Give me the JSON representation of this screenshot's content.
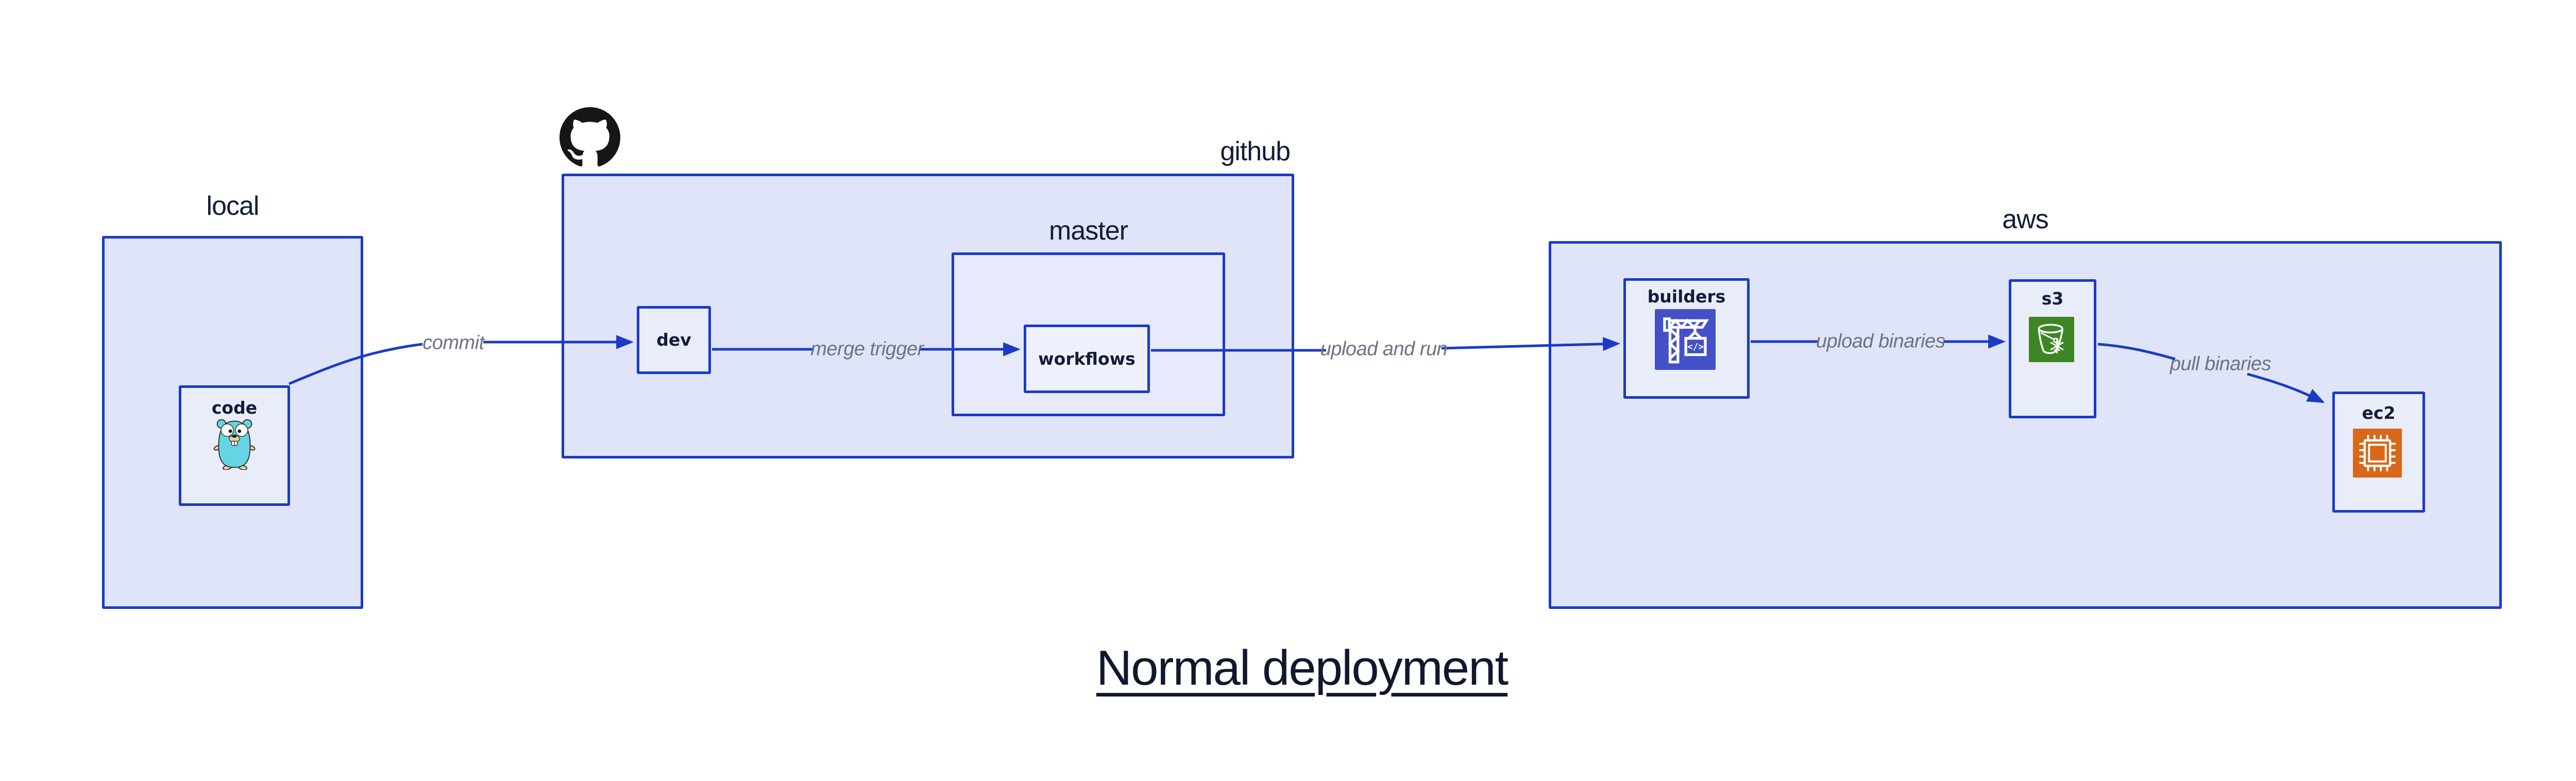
{
  "title": {
    "text": "Normal deployment"
  },
  "groups": {
    "local": {
      "label": "local"
    },
    "github": {
      "label": "github"
    },
    "master": {
      "label": "master"
    },
    "aws": {
      "label": "aws"
    }
  },
  "nodes": {
    "code": {
      "label": "code",
      "icon": "go-gopher-icon"
    },
    "dev": {
      "label": "dev"
    },
    "workflows": {
      "label": "workflows"
    },
    "builders": {
      "label": "builders",
      "icon": "aws-codebuild-crane-icon"
    },
    "s3": {
      "label": "s3",
      "icon": "aws-s3-glacier-bucket-icon"
    },
    "ec2": {
      "label": "ec2",
      "icon": "aws-ec2-chip-icon"
    }
  },
  "edges": {
    "commit": {
      "label": "commit",
      "from": "code",
      "to": "dev"
    },
    "merge_trigger": {
      "label": "merge trigger",
      "from": "dev",
      "to": "workflows"
    },
    "upload_and_run": {
      "label": "upload and run",
      "from": "workflows",
      "to": "builders"
    },
    "upload_binaries": {
      "label": "upload binaries",
      "from": "builders",
      "to": "s3"
    },
    "pull_binaries": {
      "label": "pull binaries",
      "from": "s3",
      "to": "ec2"
    }
  },
  "logos": {
    "github": "github-octocat-logo"
  },
  "colors": {
    "edge_blue": "#1a3bc4",
    "group_fill": "#dfe4f8",
    "master_fill": "#e6eafa",
    "node_fill": "#e9edfa",
    "inner_fill": "#eef1fc",
    "text_navy": "#131c38",
    "edge_label_gray": "#6d7380",
    "github_black": "#171515",
    "gopher_teal": "#66d5e2",
    "codebuild_indigo": "#4450c9",
    "s3_green": "#3e8624",
    "ec2_orange": "#d9671a"
  }
}
